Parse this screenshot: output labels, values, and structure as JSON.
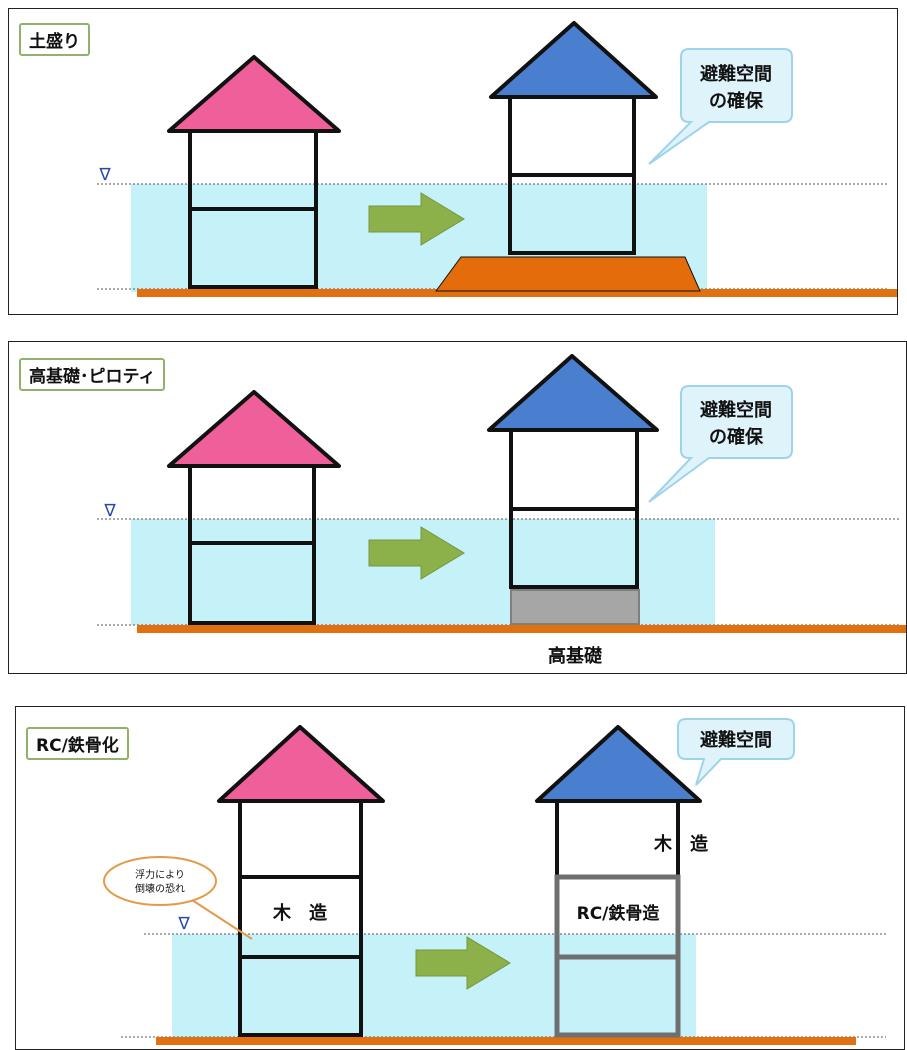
{
  "panels": [
    {
      "label": "土盛り",
      "callout": [
        "避難空間",
        "の確保"
      ]
    },
    {
      "label": "高基礎･ピロティ",
      "callout": [
        "避難空間",
        "の確保"
      ],
      "caption": "高基礎"
    },
    {
      "label": "RC/鉄骨化",
      "callout": [
        "避難空間"
      ],
      "left_house_label": "木　造",
      "warning": [
        "浮力により",
        "倒壊の恐れ"
      ],
      "right_upper_label": "木　造",
      "right_lower_label": "RC/鉄骨造"
    }
  ],
  "symbols": {
    "water_level": "∇"
  },
  "colors": {
    "water": "#c5f1f8",
    "ground": "#e07010",
    "mound": "#e46c0a",
    "left_roof": "#ef5f99",
    "right_roof": "#4a7fd0",
    "arrow": "#8cb04a",
    "callout_fill": "#dff3fb",
    "callout_stroke": "#9fd3ea",
    "foundation": "#a6a6a6",
    "warning_stroke": "#e59a4a"
  }
}
